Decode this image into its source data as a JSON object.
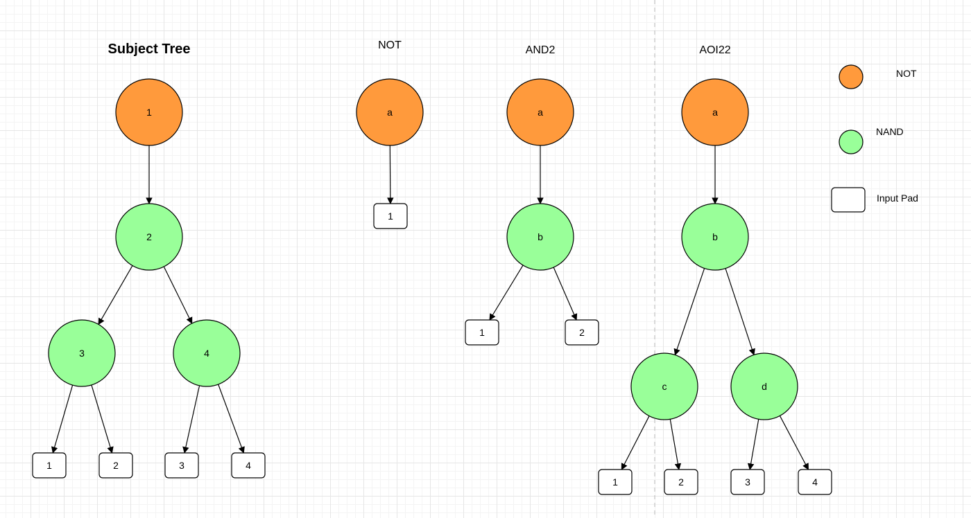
{
  "colors": {
    "not": "#ff9a3c",
    "nand": "#99ff99",
    "pad": "#ffffff"
  },
  "legend": [
    {
      "kind": "NOT",
      "label": "NOT"
    },
    {
      "kind": "NAND",
      "label": "NAND"
    },
    {
      "kind": "PAD",
      "label": "Input Pad"
    }
  ],
  "trees": [
    {
      "title": "Subject Tree",
      "nodes": [
        {
          "id": "s1",
          "label": "1",
          "kind": "NOT"
        },
        {
          "id": "s2",
          "label": "2",
          "kind": "NAND"
        },
        {
          "id": "s3",
          "label": "3",
          "kind": "NAND"
        },
        {
          "id": "s4",
          "label": "4",
          "kind": "NAND"
        },
        {
          "id": "sp1",
          "label": "1",
          "kind": "PAD"
        },
        {
          "id": "sp2",
          "label": "2",
          "kind": "PAD"
        },
        {
          "id": "sp3",
          "label": "3",
          "kind": "PAD"
        },
        {
          "id": "sp4",
          "label": "4",
          "kind": "PAD"
        }
      ],
      "edges": [
        [
          "s1",
          "s2"
        ],
        [
          "s2",
          "s3"
        ],
        [
          "s2",
          "s4"
        ],
        [
          "s3",
          "sp1"
        ],
        [
          "s3",
          "sp2"
        ],
        [
          "s4",
          "sp3"
        ],
        [
          "s4",
          "sp4"
        ]
      ]
    },
    {
      "title": "NOT",
      "nodes": [
        {
          "id": "na",
          "label": "a",
          "kind": "NOT"
        },
        {
          "id": "np1",
          "label": "1",
          "kind": "PAD"
        }
      ],
      "edges": [
        [
          "na",
          "np1"
        ]
      ]
    },
    {
      "title": "AND2",
      "nodes": [
        {
          "id": "aa",
          "label": "a",
          "kind": "NOT"
        },
        {
          "id": "ab",
          "label": "b",
          "kind": "NAND"
        },
        {
          "id": "ap1",
          "label": "1",
          "kind": "PAD"
        },
        {
          "id": "ap2",
          "label": "2",
          "kind": "PAD"
        }
      ],
      "edges": [
        [
          "aa",
          "ab"
        ],
        [
          "ab",
          "ap1"
        ],
        [
          "ab",
          "ap2"
        ]
      ]
    },
    {
      "title": "AOI22",
      "nodes": [
        {
          "id": "oa",
          "label": "a",
          "kind": "NOT"
        },
        {
          "id": "ob",
          "label": "b",
          "kind": "NAND"
        },
        {
          "id": "oc",
          "label": "c",
          "kind": "NAND"
        },
        {
          "id": "od",
          "label": "d",
          "kind": "NAND"
        },
        {
          "id": "op1",
          "label": "1",
          "kind": "PAD"
        },
        {
          "id": "op2",
          "label": "2",
          "kind": "PAD"
        },
        {
          "id": "op3",
          "label": "3",
          "kind": "PAD"
        },
        {
          "id": "op4",
          "label": "4",
          "kind": "PAD"
        }
      ],
      "edges": [
        [
          "oa",
          "ob"
        ],
        [
          "ob",
          "oc"
        ],
        [
          "ob",
          "od"
        ],
        [
          "oc",
          "op1"
        ],
        [
          "oc",
          "op2"
        ],
        [
          "od",
          "op3"
        ],
        [
          "od",
          "op4"
        ]
      ]
    }
  ]
}
